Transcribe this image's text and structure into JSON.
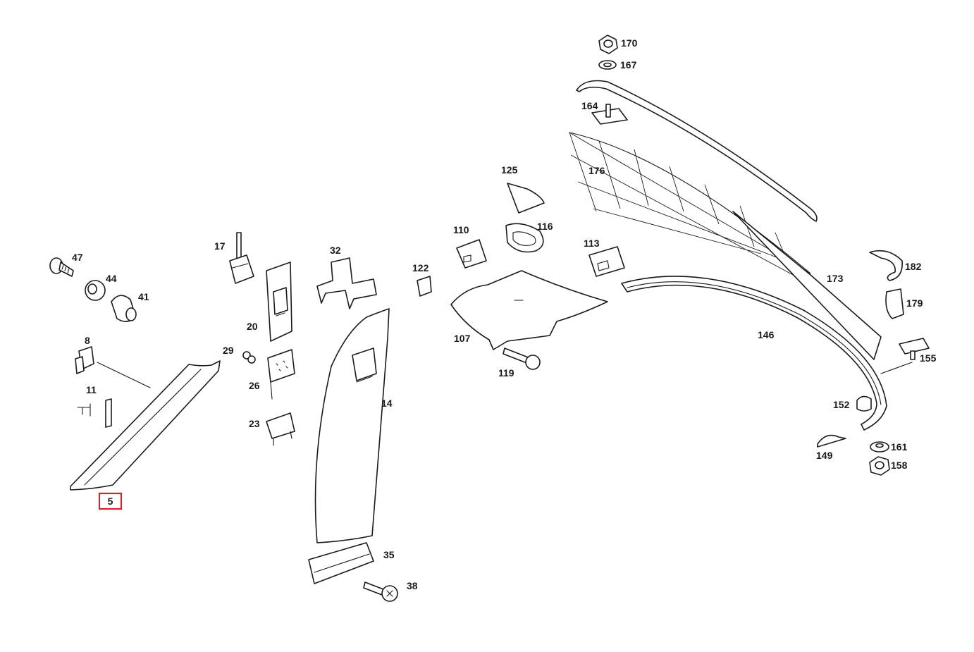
{
  "highlight_color": "#d9202a",
  "callouts": [
    {
      "id": "5",
      "label": "5",
      "highlighted": true
    },
    {
      "id": "8",
      "label": "8"
    },
    {
      "id": "11",
      "label": "11"
    },
    {
      "id": "14",
      "label": "14"
    },
    {
      "id": "17",
      "label": "17"
    },
    {
      "id": "20",
      "label": "20"
    },
    {
      "id": "23",
      "label": "23"
    },
    {
      "id": "26",
      "label": "26"
    },
    {
      "id": "29",
      "label": "29"
    },
    {
      "id": "32",
      "label": "32"
    },
    {
      "id": "35",
      "label": "35"
    },
    {
      "id": "38",
      "label": "38"
    },
    {
      "id": "41",
      "label": "41"
    },
    {
      "id": "44",
      "label": "44"
    },
    {
      "id": "47",
      "label": "47"
    },
    {
      "id": "107",
      "label": "107"
    },
    {
      "id": "110",
      "label": "110"
    },
    {
      "id": "113",
      "label": "113"
    },
    {
      "id": "116",
      "label": "116"
    },
    {
      "id": "119",
      "label": "119"
    },
    {
      "id": "122",
      "label": "122"
    },
    {
      "id": "125",
      "label": "125"
    },
    {
      "id": "146",
      "label": "146"
    },
    {
      "id": "149",
      "label": "149"
    },
    {
      "id": "152",
      "label": "152"
    },
    {
      "id": "155",
      "label": "155"
    },
    {
      "id": "158",
      "label": "158"
    },
    {
      "id": "161",
      "label": "161"
    },
    {
      "id": "164",
      "label": "164"
    },
    {
      "id": "167",
      "label": "167"
    },
    {
      "id": "170",
      "label": "170"
    },
    {
      "id": "173",
      "label": "173"
    },
    {
      "id": "176",
      "label": "176"
    },
    {
      "id": "179",
      "label": "179"
    },
    {
      "id": "182",
      "label": "182"
    }
  ]
}
